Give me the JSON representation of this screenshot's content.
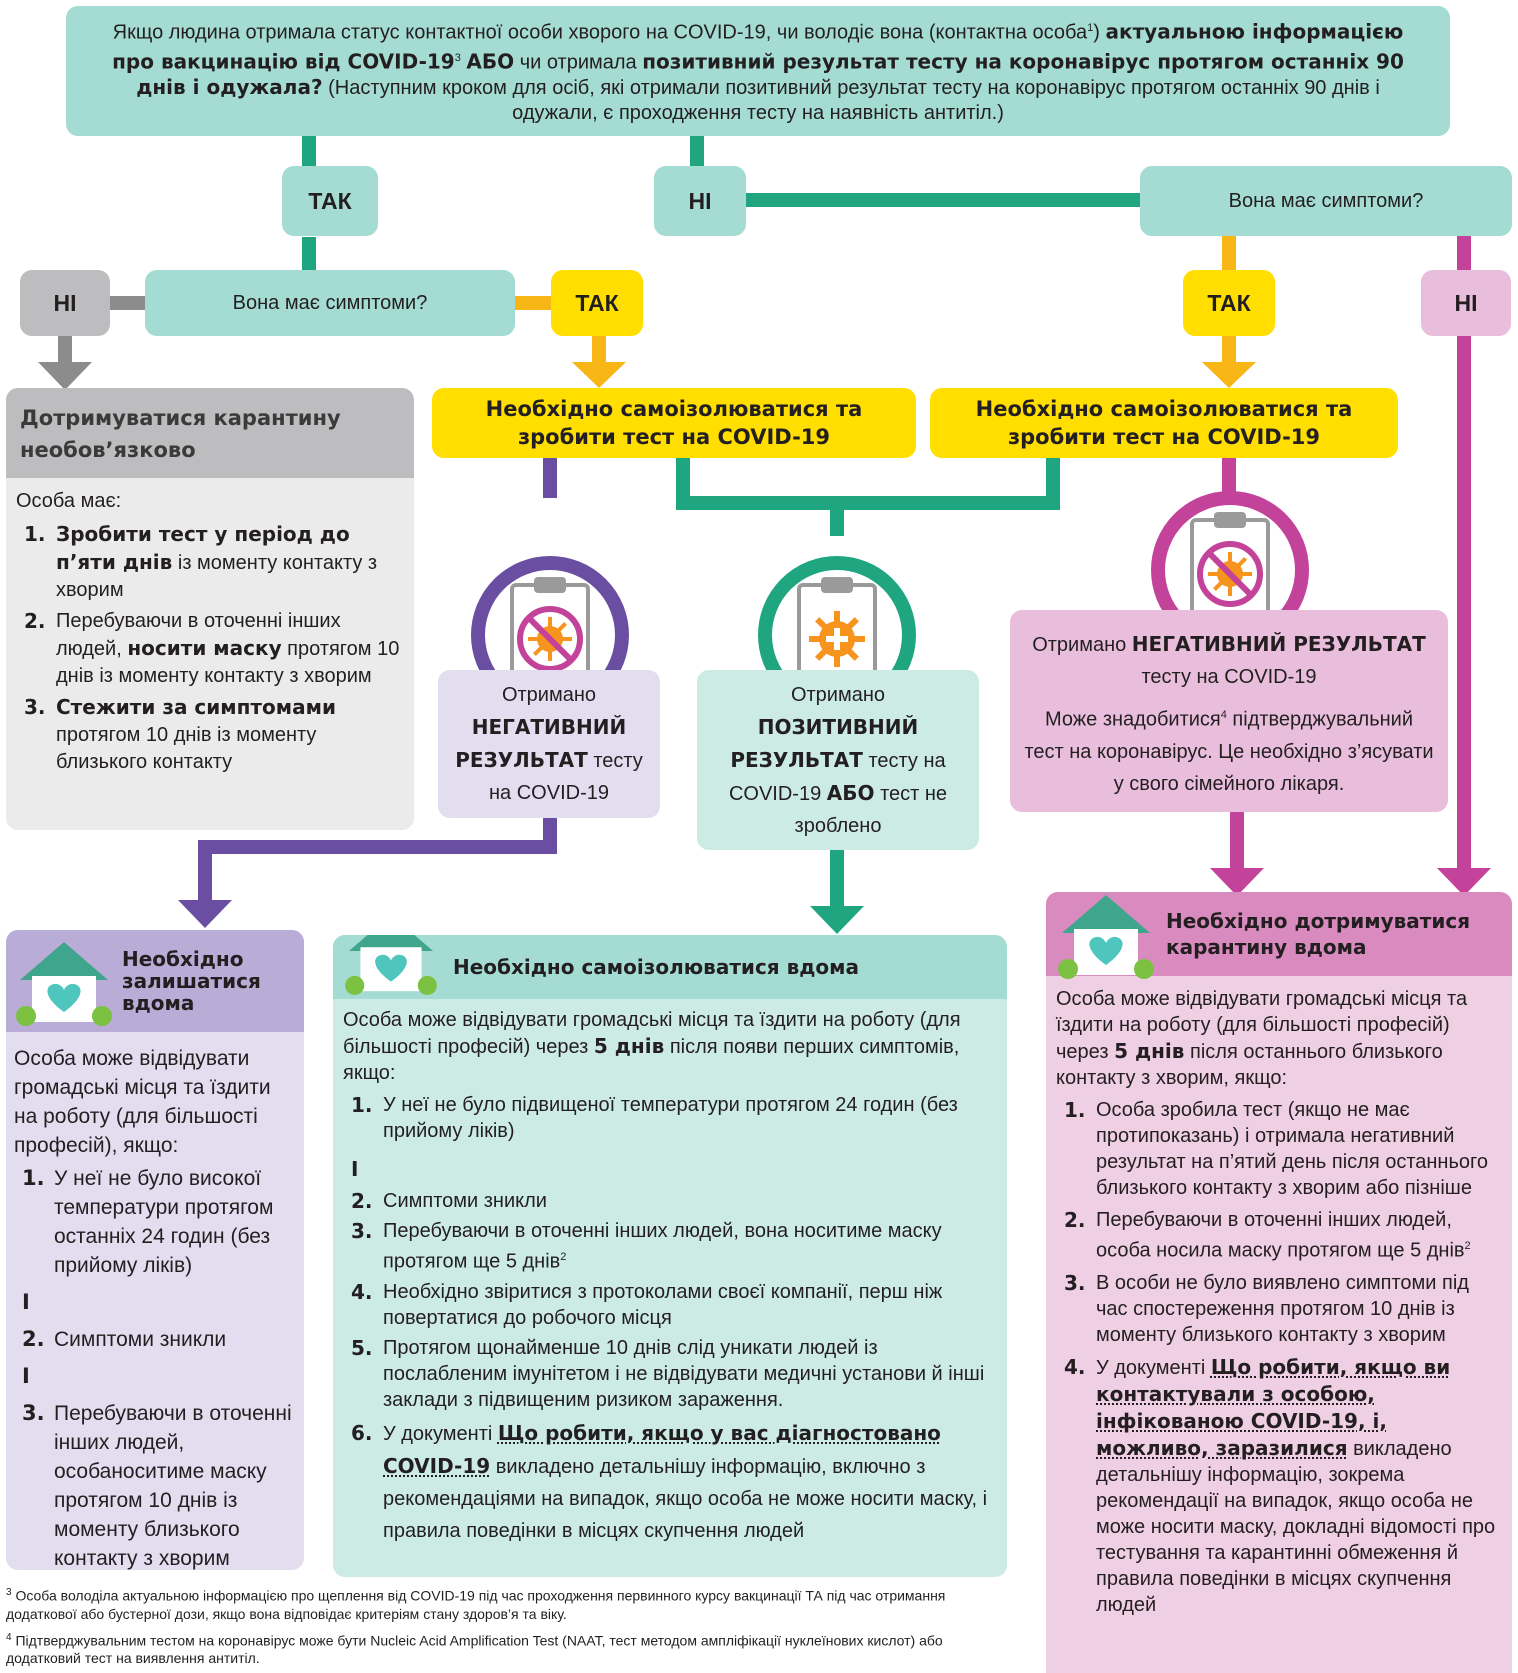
{
  "question": {
    "p1": "Якщо людина отримала статус контактної особи хворого на COVID-19, чи володіє вона (контактна особа",
    "sup1": "1",
    "p2": ") ",
    "b1": "актуальною інформацією про вакцинацію від COVID-19",
    "sup3": "3",
    "p3": " ",
    "b2": "АБО",
    "p4": " чи отримала ",
    "b3": "позитивний результат тесту на коронавірус протягом останніх 90 днів і одужала?",
    "p5": " (Наступним кроком для осіб, які отримали позитивний результат тесту на коронавірус протягом останніх 90 днів і одужали, є проходження тесту на наявність антитіл.)"
  },
  "tags": {
    "yes": "ТАК",
    "no": "НІ"
  },
  "symptoms_q": "Вона має симптоми?",
  "selfisolate_test": {
    "l1": "Необхідно самоізолюватися та",
    "l2": "зробити тест на COVID-19"
  },
  "grey_box": {
    "title": "Дотримуватися карантину необов’язково",
    "intro": "Особа має:",
    "items": [
      {
        "num": "1.",
        "b": "Зробити тест у період до п’яти днів",
        "t": " із моменту контакту з хворим"
      },
      {
        "num": "2.",
        "t1": "Перебуваючи в оточенні інших людей, ",
        "b": "носити маску",
        "t2": " протягом 10 днів із моменту контакту з хворим"
      },
      {
        "num": "3.",
        "b": "Стежити за симптомами",
        "t": " протягом 10 днів із моменту близького контакту"
      }
    ]
  },
  "result_neg_purple": {
    "t1": "Отримано",
    "b": "НЕГАТИВНИЙ РЕЗУЛЬТАТ",
    "t2": " тесту на COVID-19"
  },
  "result_pos": {
    "t1": "Отримано",
    "b": "ПОЗИТИВНИЙ РЕЗУЛЬТАТ",
    "t2": " тесту на COVID-19 ",
    "b2": "АБО",
    "t3": " тест не зроблено"
  },
  "result_neg_pink": {
    "t1": "Отримано ",
    "b": "НЕГАТИВНИЙ РЕЗУЛЬТАТ",
    "t2": " тесту на COVID-19",
    "p2a": "Може знадобитися",
    "sup": "4",
    "p2b": " підтверджувальний тест на коронавірус. Це необхідно з’ясувати у свого сімейного лікаря."
  },
  "stay_home": {
    "title": "Необхідно залишатися вдома",
    "intro": "Особа може відвідувати громадські місця та їздити на роботу (для більшості професій), якщо:",
    "and": "І",
    "items": [
      "У неї не було високої температури протягом останніх 24 годин (без прийому ліків)",
      "Симптоми зникли",
      "Перебуваючи в оточенні інших людей, особаноситиме маску протягом 10 днів із моменту близького контакту з хворим"
    ],
    "nums": [
      "1.",
      "2.",
      "3."
    ]
  },
  "isolate_home": {
    "title": "Необхідно самоізолюватися вдома",
    "intro_a": "Особа може відвідувати громадські місця та їздити на роботу (для більшості професій) через ",
    "intro_b": "5 днів",
    "intro_c": " після появи перших симптомів, якщо:",
    "and": "І",
    "nums": [
      "1.",
      "2.",
      "3.",
      "4.",
      "5.",
      "6."
    ],
    "i1": "У неї не було підвищеної температури протягом 24 годин (без прийому ліків)",
    "i2": "Симптоми зникли",
    "i3": "Перебуваючи в оточенні інших людей, вона носитиме маску протягом ще 5 днів",
    "i3sup": "2",
    "i4": "Необхідно звіритися з протоколами своєї компанії, перш ніж повертатися до робочого місця",
    "i5": "Протягом щонайменше 10 днів слід уникати людей із послабленим імунітетом і не відвідувати медичні установи й інші заклади з підвищеним ризиком зараження.",
    "i6a": "У документі ",
    "i6link": "Що робити, якщо у вас діагностовано COVID-19",
    "i6b": " викладено детальнішу інформацію, включно з рекомендаціями на випадок, якщо особа не може носити маску, і правила поведінки в місцях скупчення людей"
  },
  "quarantine_home": {
    "title": "Необхідно дотримуватися карантину вдома",
    "intro_a": "Особа може відвідувати громадські місця та їздити на роботу (для більшості професій) через ",
    "intro_b": "5 днів",
    "intro_c": " після останнього близького контакту з хворим, якщо:",
    "nums": [
      "1.",
      "2.",
      "3.",
      "4."
    ],
    "i1": "Особа зробила тест (якщо не має протипоказань) і отримала негативний результат на п’ятий день після останнього близького контакту з хворим або пізніше",
    "i2": "Перебуваючи в оточенні інших людей, особа носила маску протягом ще 5 днів",
    "i2sup": "2",
    "i3": "В особи не було виявлено симптоми під час спостереження протягом 10 днів із моменту близького контакту з хворим",
    "i4a": "У документі ",
    "i4link": "Що робити, якщо ви контактували з особою, інфікованою COVID-19, і, можливо, заразилися",
    "i4b": " викладено детальнішу інформацію, зокрема рекомендації на випадок, якщо особа не може носити маску, докладні відомості про тестування та карантинні обмеження й правила поведінки в місцях скупчення людей"
  },
  "footnotes": {
    "f3num": "3",
    "f3": " Особа володіла актуальною інформацією про щеплення від COVID-19 під час проходження первинного курсу вакцинації ТА під час отримання додаткової або бустерної дози, якщо вона відповідає критеріям стану здоров’я та віку.",
    "f4num": "4",
    "f4": " Підтверджувальним тестом на коронавірус може бути Nucleic Acid Amplification Test (NAAT, тест методом ампліфікації нуклеїнових кислот) або додатковий тест на виявлення антитіл."
  },
  "icons": [
    "virus-negative-clipboard-icon",
    "virus-positive-clipboard-icon",
    "house-heart-icon",
    "arrow-down-icon"
  ],
  "colors": {
    "teal_box": "#a4dcd4",
    "teal_line": "#1fa57f",
    "gold": "#f7b616",
    "yellow": "#ffde00",
    "grey": "#bdbdbf",
    "purple": "#6a4ea1",
    "lavender": "#e3ddf0",
    "magenta": "#c4439a",
    "pink": "#e9bedc",
    "orange": "#f6941e"
  }
}
